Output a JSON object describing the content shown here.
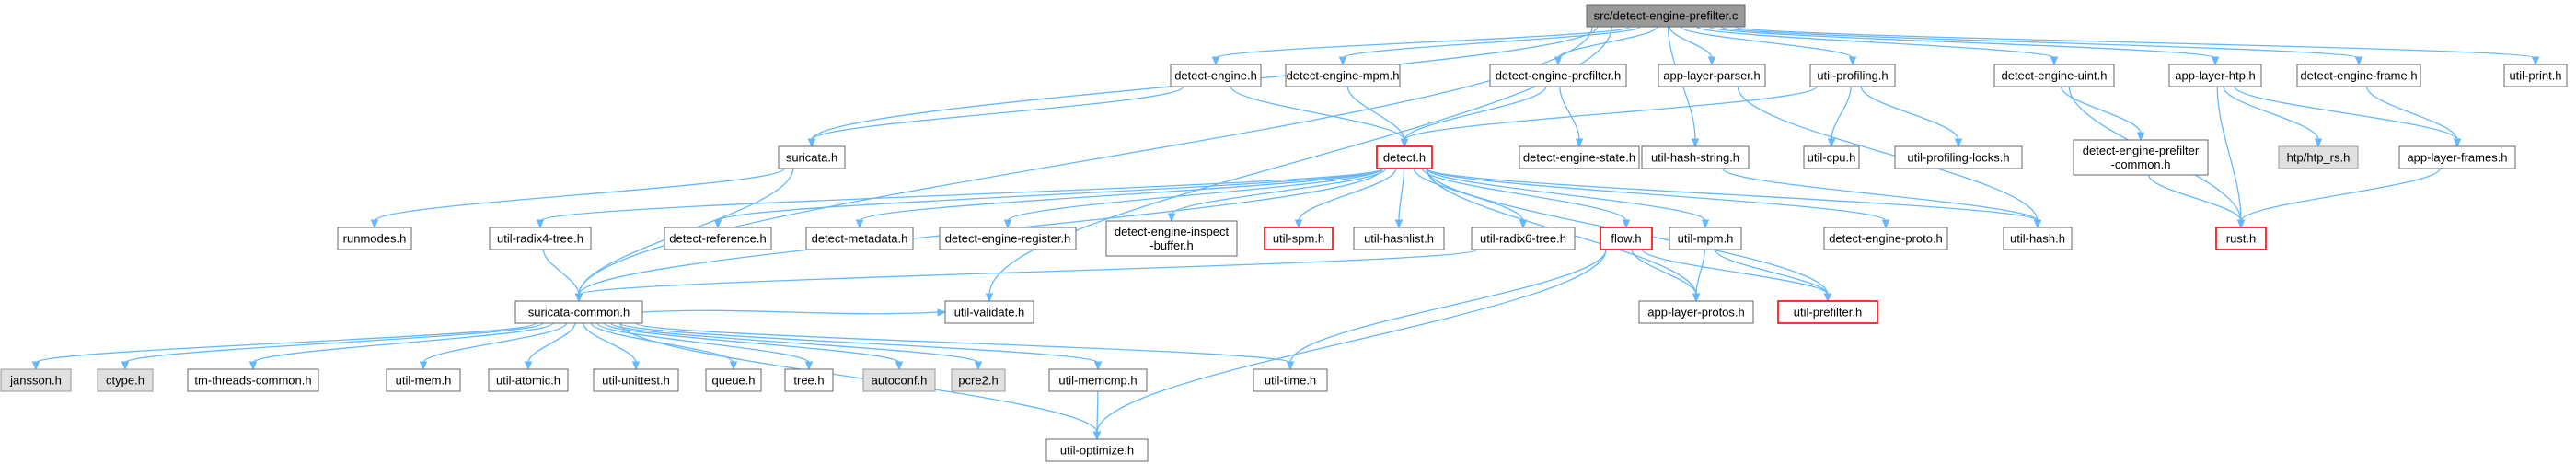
{
  "graph_title": "src/detect-engine-prefilter.c",
  "colors": {
    "root_fill": "#999999",
    "normal_fill": "#ffffff",
    "normal_stroke": "#666666",
    "missing_fill": "#e0e0e0",
    "missing_stroke": "#999999",
    "truncated_stroke": "#ff0000",
    "edge": "#63b8ff"
  },
  "nodes": [
    {
      "id": "root",
      "label": "src/detect-engine-prefilter.c",
      "kind": "root"
    },
    {
      "id": "detect-engine",
      "label": "detect-engine.h",
      "kind": "normal"
    },
    {
      "id": "detect-engine-mpm",
      "label": "detect-engine-mpm.h",
      "kind": "normal"
    },
    {
      "id": "detect-engine-prefilter-h",
      "label": "detect-engine-prefilter.h",
      "kind": "normal"
    },
    {
      "id": "app-layer-parser",
      "label": "app-layer-parser.h",
      "kind": "normal"
    },
    {
      "id": "util-profiling",
      "label": "util-profiling.h",
      "kind": "normal"
    },
    {
      "id": "detect-engine-uint",
      "label": "detect-engine-uint.h",
      "kind": "normal"
    },
    {
      "id": "app-layer-htp",
      "label": "app-layer-htp.h",
      "kind": "normal"
    },
    {
      "id": "detect-engine-frame",
      "label": "detect-engine-frame.h",
      "kind": "normal"
    },
    {
      "id": "util-print",
      "label": "util-print.h",
      "kind": "normal"
    },
    {
      "id": "suricata",
      "label": "suricata.h",
      "kind": "normal"
    },
    {
      "id": "detect",
      "label": "detect.h",
      "kind": "truncated"
    },
    {
      "id": "detect-engine-state",
      "label": "detect-engine-state.h",
      "kind": "normal"
    },
    {
      "id": "util-hash-string",
      "label": "util-hash-string.h",
      "kind": "normal"
    },
    {
      "id": "util-cpu",
      "label": "util-cpu.h",
      "kind": "normal"
    },
    {
      "id": "util-profiling-locks",
      "label": "util-profiling-locks.h",
      "kind": "normal"
    },
    {
      "id": "detect-engine-prefilter-common",
      "label": "detect-engine-prefilter\n-common.h",
      "kind": "normal"
    },
    {
      "id": "htp_rs",
      "label": "htp/htp_rs.h",
      "kind": "missing"
    },
    {
      "id": "app-layer-frames",
      "label": "app-layer-frames.h",
      "kind": "normal"
    },
    {
      "id": "runmodes",
      "label": "runmodes.h",
      "kind": "normal"
    },
    {
      "id": "util-radix4-tree",
      "label": "util-radix4-tree.h",
      "kind": "normal"
    },
    {
      "id": "detect-reference",
      "label": "detect-reference.h",
      "kind": "normal"
    },
    {
      "id": "detect-metadata",
      "label": "detect-metadata.h",
      "kind": "normal"
    },
    {
      "id": "detect-engine-register",
      "label": "detect-engine-register.h",
      "kind": "normal"
    },
    {
      "id": "detect-engine-inspect-buffer",
      "label": "detect-engine-inspect\n-buffer.h",
      "kind": "normal"
    },
    {
      "id": "util-spm",
      "label": "util-spm.h",
      "kind": "truncated"
    },
    {
      "id": "util-hashlist",
      "label": "util-hashlist.h",
      "kind": "normal"
    },
    {
      "id": "util-radix6-tree",
      "label": "util-radix6-tree.h",
      "kind": "normal"
    },
    {
      "id": "flow",
      "label": "flow.h",
      "kind": "truncated"
    },
    {
      "id": "util-mpm",
      "label": "util-mpm.h",
      "kind": "normal"
    },
    {
      "id": "detect-engine-proto",
      "label": "detect-engine-proto.h",
      "kind": "normal"
    },
    {
      "id": "util-hash",
      "label": "util-hash.h",
      "kind": "normal"
    },
    {
      "id": "rust",
      "label": "rust.h",
      "kind": "truncated"
    },
    {
      "id": "suricata-common",
      "label": "suricata-common.h",
      "kind": "normal"
    },
    {
      "id": "util-validate",
      "label": "util-validate.h",
      "kind": "normal"
    },
    {
      "id": "app-layer-protos",
      "label": "app-layer-protos.h",
      "kind": "normal"
    },
    {
      "id": "util-prefilter",
      "label": "util-prefilter.h",
      "kind": "truncated"
    },
    {
      "id": "jansson",
      "label": "jansson.h",
      "kind": "missing"
    },
    {
      "id": "ctype",
      "label": "ctype.h",
      "kind": "missing"
    },
    {
      "id": "tm-threads-common",
      "label": "tm-threads-common.h",
      "kind": "normal"
    },
    {
      "id": "util-mem",
      "label": "util-mem.h",
      "kind": "normal"
    },
    {
      "id": "util-atomic",
      "label": "util-atomic.h",
      "kind": "normal"
    },
    {
      "id": "util-unittest",
      "label": "util-unittest.h",
      "kind": "normal"
    },
    {
      "id": "queue",
      "label": "queue.h",
      "kind": "normal"
    },
    {
      "id": "tree",
      "label": "tree.h",
      "kind": "normal"
    },
    {
      "id": "autoconf",
      "label": "autoconf.h",
      "kind": "missing"
    },
    {
      "id": "pcre2",
      "label": "pcre2.h",
      "kind": "missing"
    },
    {
      "id": "util-memcmp",
      "label": "util-memcmp.h",
      "kind": "normal"
    },
    {
      "id": "util-time",
      "label": "util-time.h",
      "kind": "normal"
    },
    {
      "id": "util-optimize",
      "label": "util-optimize.h",
      "kind": "normal"
    }
  ],
  "edges": [
    [
      "root",
      "detect-engine"
    ],
    [
      "root",
      "detect-engine-mpm"
    ],
    [
      "root",
      "detect-engine-prefilter-h"
    ],
    [
      "root",
      "app-layer-parser"
    ],
    [
      "root",
      "util-profiling"
    ],
    [
      "root",
      "detect-engine-uint"
    ],
    [
      "root",
      "app-layer-htp"
    ],
    [
      "root",
      "detect-engine-frame"
    ],
    [
      "root",
      "util-print"
    ],
    [
      "root",
      "suricata"
    ],
    [
      "root",
      "suricata-common"
    ],
    [
      "root",
      "util-validate"
    ],
    [
      "root",
      "util-hash-string"
    ],
    [
      "detect-engine",
      "detect"
    ],
    [
      "detect-engine",
      "suricata"
    ],
    [
      "detect-engine-mpm",
      "detect"
    ],
    [
      "detect-engine-prefilter-h",
      "detect"
    ],
    [
      "detect-engine-prefilter-h",
      "detect-engine-state"
    ],
    [
      "app-layer-parser",
      "util-hash"
    ],
    [
      "util-profiling",
      "detect"
    ],
    [
      "util-profiling",
      "util-cpu"
    ],
    [
      "util-profiling",
      "util-profiling-locks"
    ],
    [
      "detect-engine-uint",
      "detect-engine-prefilter-common"
    ],
    [
      "detect-engine-uint",
      "rust"
    ],
    [
      "app-layer-htp",
      "htp_rs"
    ],
    [
      "app-layer-htp",
      "app-layer-frames"
    ],
    [
      "app-layer-htp",
      "rust"
    ],
    [
      "detect-engine-frame",
      "app-layer-frames"
    ],
    [
      "suricata",
      "runmodes"
    ],
    [
      "suricata",
      "suricata-common"
    ],
    [
      "util-hash-string",
      "util-hash"
    ],
    [
      "detect-engine-prefilter-common",
      "rust"
    ],
    [
      "app-layer-frames",
      "rust"
    ],
    [
      "detect",
      "util-radix4-tree"
    ],
    [
      "detect",
      "detect-reference"
    ],
    [
      "detect",
      "detect-metadata"
    ],
    [
      "detect",
      "detect-engine-register"
    ],
    [
      "detect",
      "detect-engine-inspect-buffer"
    ],
    [
      "detect",
      "util-spm"
    ],
    [
      "detect",
      "util-hashlist"
    ],
    [
      "detect",
      "util-radix6-tree"
    ],
    [
      "detect",
      "flow"
    ],
    [
      "detect",
      "util-mpm"
    ],
    [
      "detect",
      "detect-engine-proto"
    ],
    [
      "detect",
      "util-hash"
    ],
    [
      "detect",
      "util-prefilter"
    ],
    [
      "detect",
      "suricata-common"
    ],
    [
      "detect",
      "app-layer-protos"
    ],
    [
      "util-radix4-tree",
      "suricata-common"
    ],
    [
      "util-radix6-tree",
      "suricata-common"
    ],
    [
      "flow",
      "app-layer-protos"
    ],
    [
      "flow",
      "util-prefilter"
    ],
    [
      "flow",
      "util-time"
    ],
    [
      "flow",
      "util-optimize"
    ],
    [
      "util-mpm",
      "app-layer-protos"
    ],
    [
      "util-mpm",
      "util-prefilter"
    ],
    [
      "suricata-common",
      "jansson"
    ],
    [
      "suricata-common",
      "ctype"
    ],
    [
      "suricata-common",
      "tm-threads-common"
    ],
    [
      "suricata-common",
      "util-mem"
    ],
    [
      "suricata-common",
      "util-atomic"
    ],
    [
      "suricata-common",
      "util-unittest"
    ],
    [
      "suricata-common",
      "queue"
    ],
    [
      "suricata-common",
      "tree"
    ],
    [
      "suricata-common",
      "autoconf"
    ],
    [
      "suricata-common",
      "pcre2"
    ],
    [
      "suricata-common",
      "util-memcmp"
    ],
    [
      "suricata-common",
      "util-time"
    ],
    [
      "suricata-common",
      "util-optimize"
    ],
    [
      "suricata-common",
      "util-validate"
    ],
    [
      "util-memcmp",
      "util-optimize"
    ]
  ]
}
